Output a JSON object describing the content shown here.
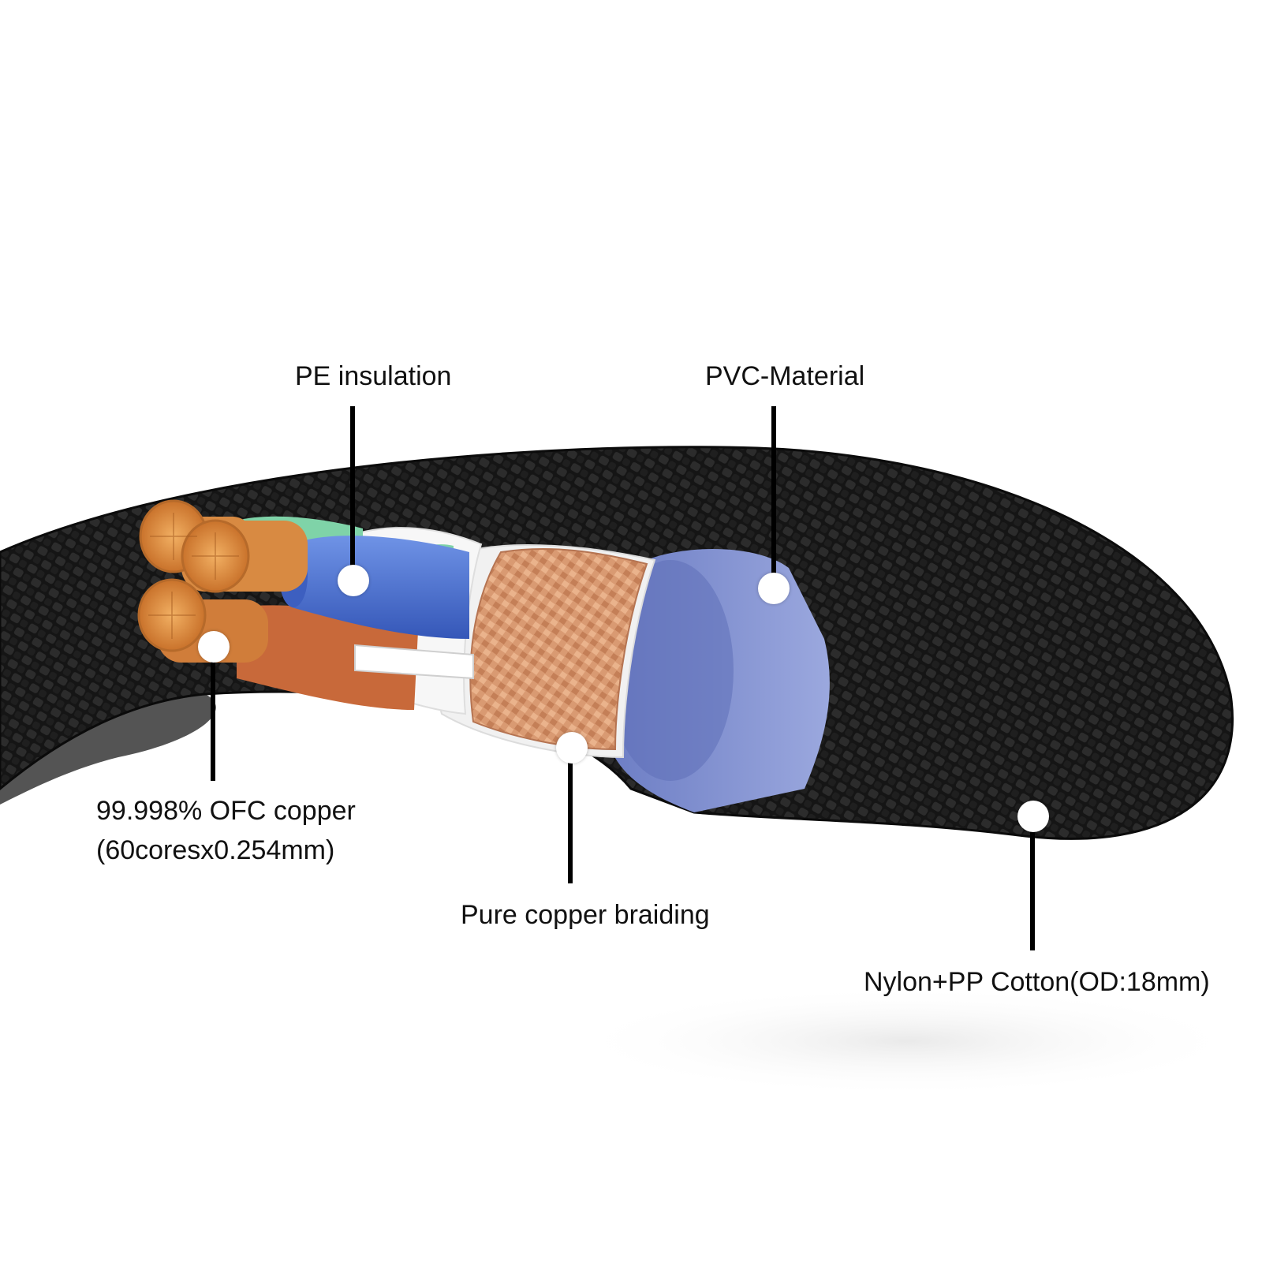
{
  "labels": {
    "pe_insulation": "PE insulation",
    "pvc_material": "PVC-Material",
    "ofc_copper_line1": "99.998% OFC copper",
    "ofc_copper_line2": "(60coresx0.254mm)",
    "copper_braiding": "Pure copper braiding",
    "outer_jacket": "Nylon+PP Cotton(OD:18mm)"
  },
  "colors": {
    "background": "#ffffff",
    "jacket": "#121212",
    "copper": "#e0914f",
    "blue_insulation": "#4a72d0",
    "brown_insulation": "#c8693a",
    "green_insulation": "#7fd3a8",
    "white_filler": "#f4f4f4",
    "pvc_blue": "#7e8fd0",
    "leader": "#000000"
  }
}
